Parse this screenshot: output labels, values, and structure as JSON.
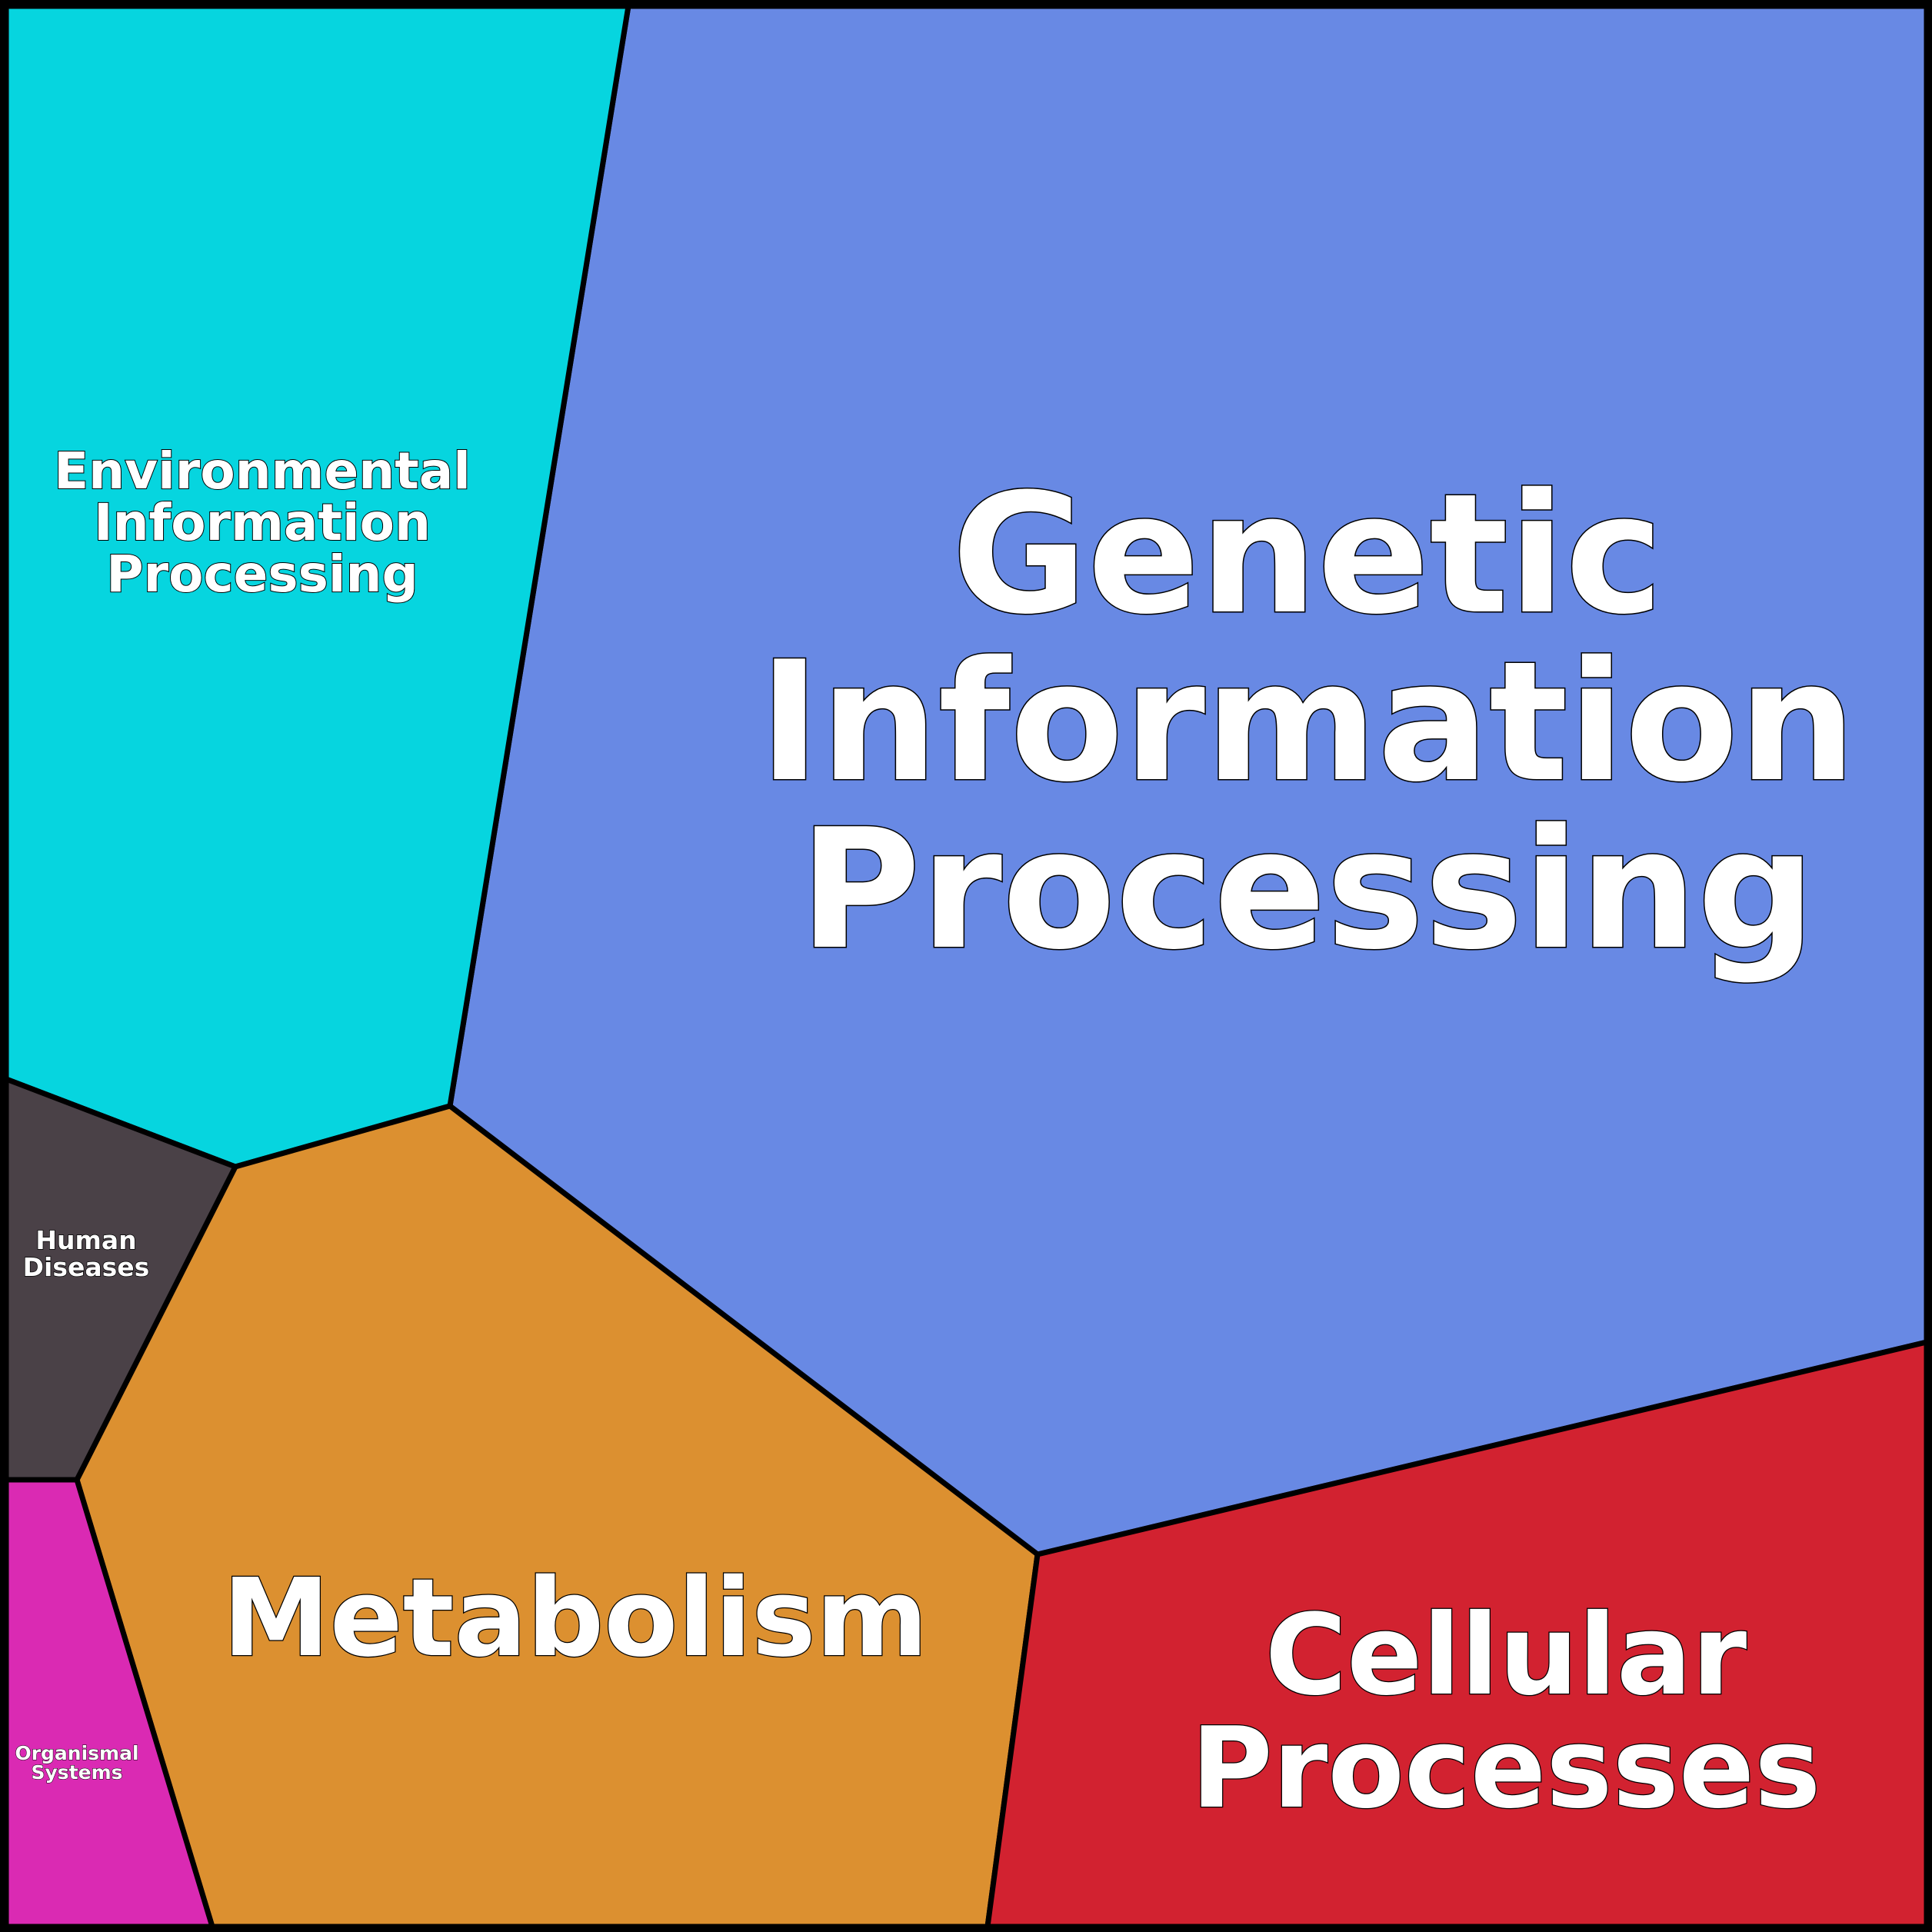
{
  "chart_data": {
    "type": "voronoi-treemap",
    "title": "",
    "cells": [
      {
        "name": "Genetic Information Processing",
        "label_lines": [
          "Genetic",
          "Information",
          "Processing"
        ],
        "color": "#6889E4"
      },
      {
        "name": "Environmental Information Processing",
        "label_lines": [
          "Environmental",
          "Information",
          "Processing"
        ],
        "color": "#06D5DF"
      },
      {
        "name": "Metabolism",
        "label_lines": [
          "Metabolism"
        ],
        "color": "#DC9030"
      },
      {
        "name": "Cellular Processes",
        "label_lines": [
          "Cellular",
          "Processes"
        ],
        "color": "#D22230"
      },
      {
        "name": "Human Diseases",
        "label_lines": [
          "Human",
          "Diseases"
        ],
        "color": "#4A4147"
      },
      {
        "name": "Organismal Systems",
        "label_lines": [
          "Organismal",
          "Systems"
        ],
        "color": "#DA2AB3"
      }
    ]
  }
}
